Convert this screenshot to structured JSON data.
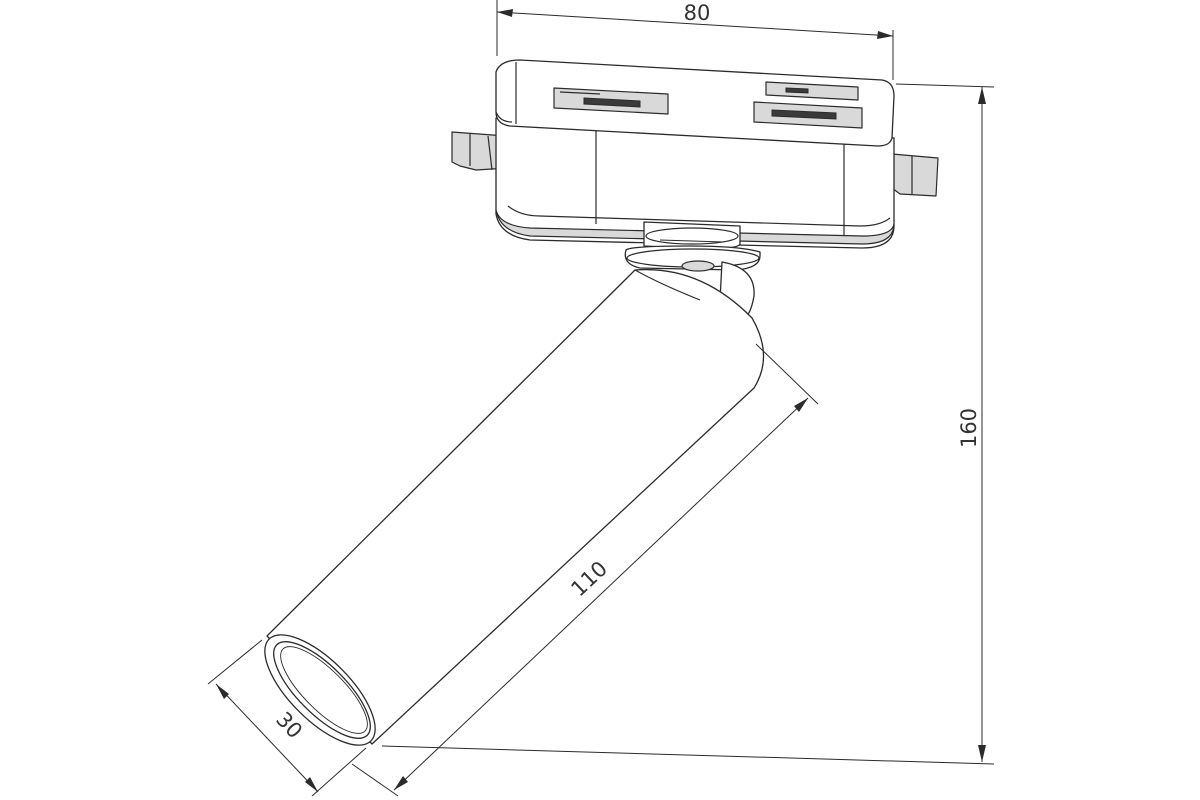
{
  "dimensions": {
    "width_label": "80",
    "height_label": "160",
    "length_label": "110",
    "diameter_label": "30"
  },
  "colors": {
    "line": "#2b2b2b",
    "shade": "#d9d9d9",
    "background": "#ffffff"
  }
}
